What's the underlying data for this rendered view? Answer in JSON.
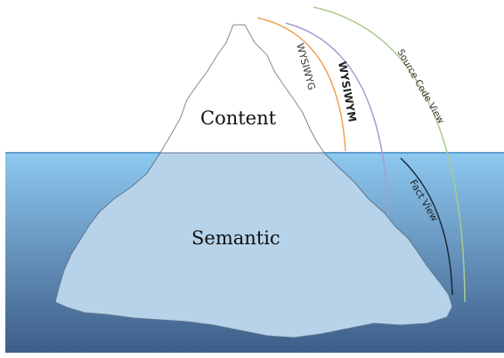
{
  "labels": {
    "content": "Content",
    "semantic": "Semantic",
    "wysiwyg": "WYSIWYG",
    "wysiwym": "WYSIWYM",
    "source_code_view": "Source Code View",
    "fact_view": "Fact View"
  },
  "colors": {
    "water_top": "#8ec9f0",
    "water_bottom": "#3d5d88",
    "waterline": "#5f9fd0",
    "iceberg_above": "#ffffff",
    "iceberg_below": "#b6d3ea",
    "iceberg_outline": "#888888",
    "wysiwyg_arc": "#f0a256",
    "wysiwym_arc": "#a99bd0",
    "source_code_arc": "#a8cc8e",
    "fact_view_arc": "#1a2a38"
  }
}
